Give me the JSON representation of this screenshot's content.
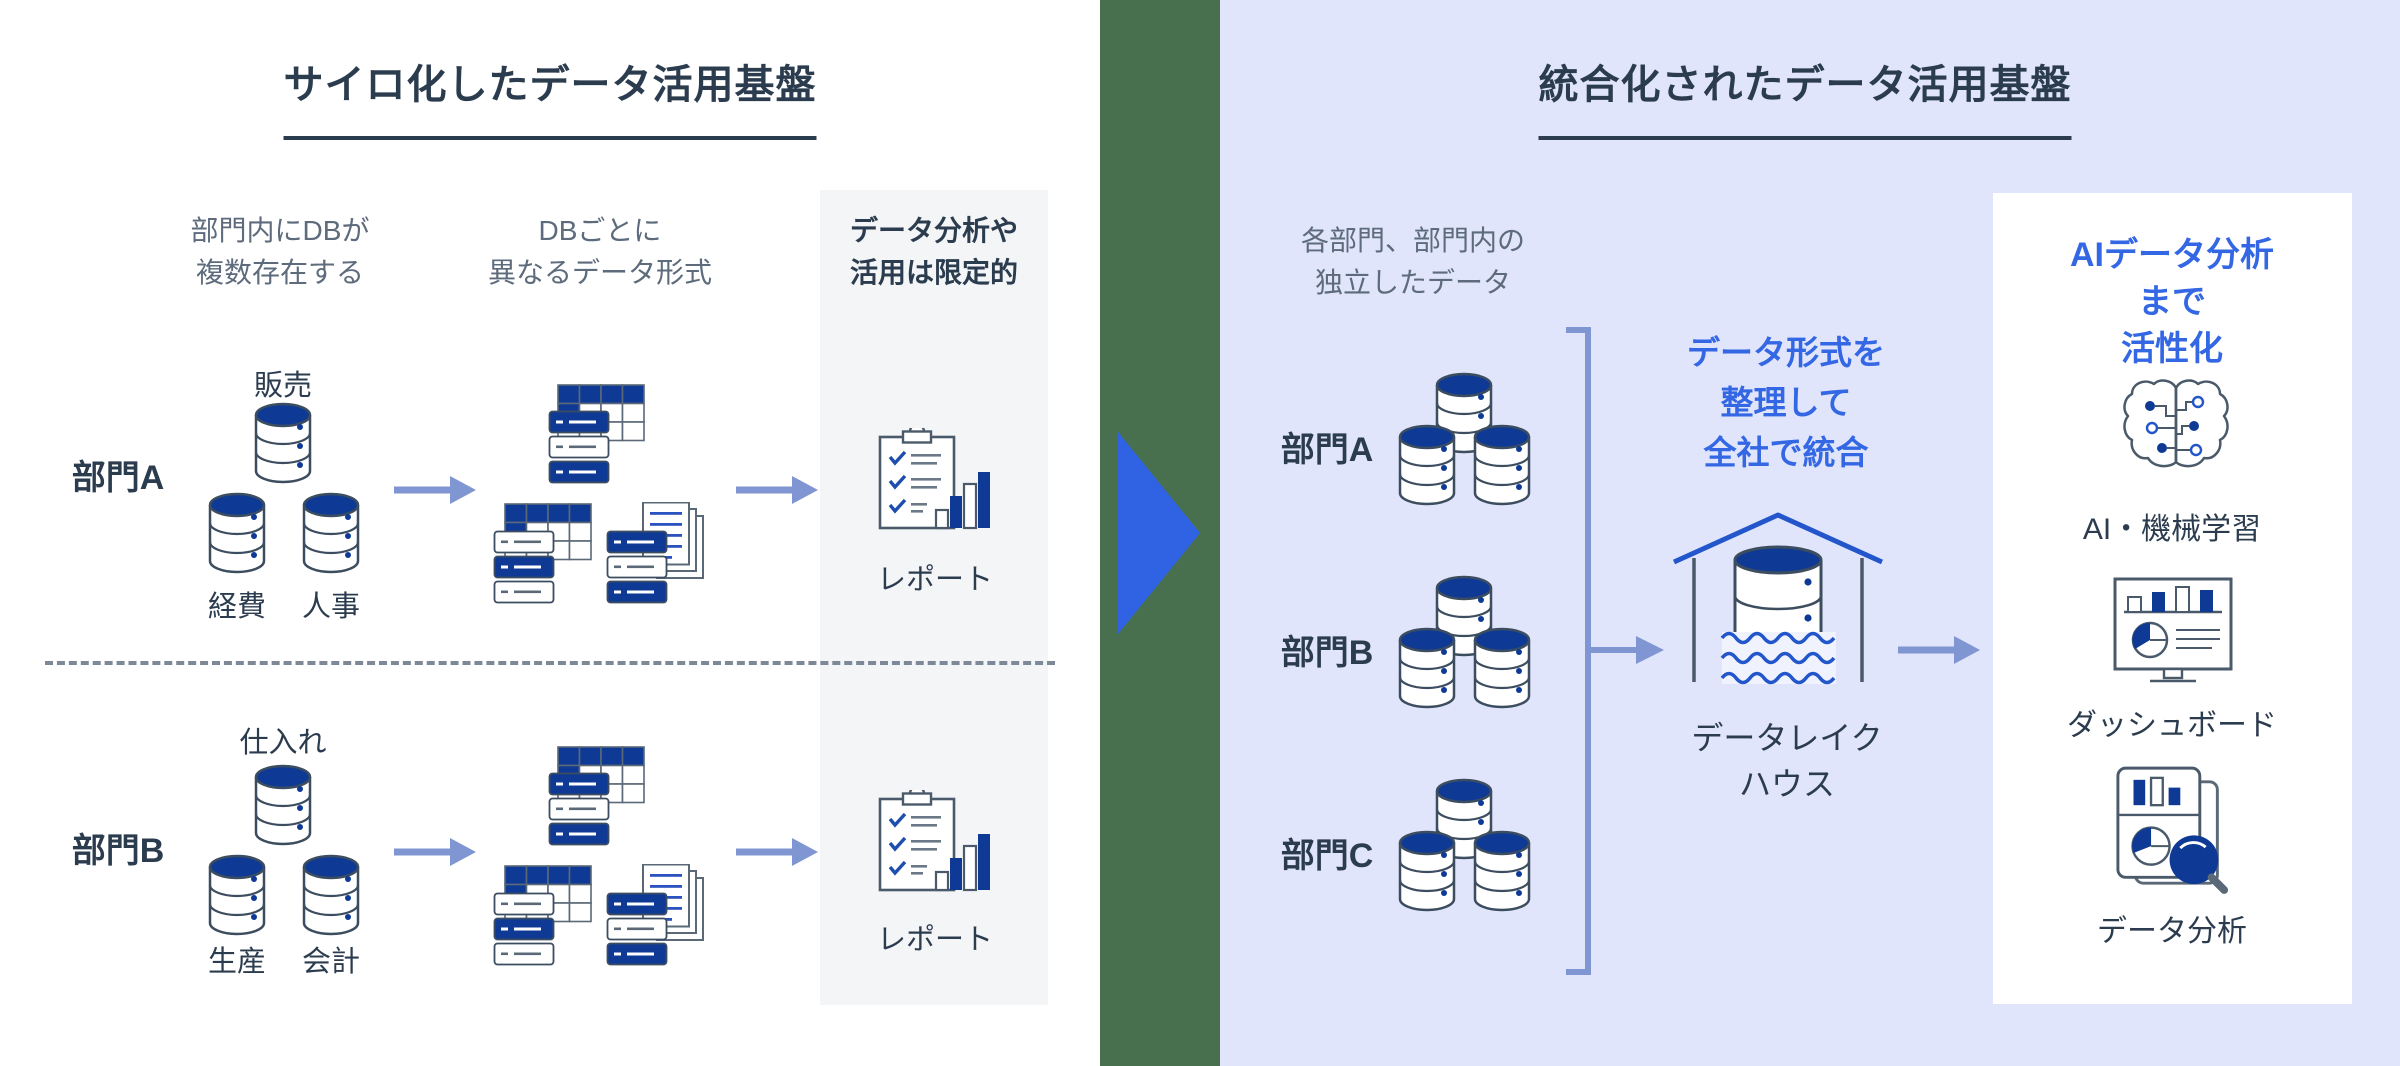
{
  "colors": {
    "navy_text": "#2c3c4f",
    "gray_text": "#5d6b7c",
    "accent_blue_text": "#3467e4",
    "deep_blue_fill": "#0e3a96",
    "wave_roof_blue": "#2356cb",
    "arrow_periwinkle": "#8096d2",
    "divider_green": "#48704f",
    "big_arrow_blue": "#2f63e4",
    "right_background": "#e0e5fc",
    "panel_gray": "#f4f5f7",
    "card_background": "#ffffff"
  },
  "left": {
    "title": "サイロ化したデータ活用基盤",
    "col_headers": [
      "部門内にDBが\n複数存在する",
      "DBごとに\n異なるデータ形式",
      "データ分析や\n活用は限定的"
    ],
    "rows": [
      {
        "dept": "部門A",
        "db_top": "販売",
        "db_left": "経費",
        "db_right": "人事",
        "report_label": "レポート"
      },
      {
        "dept": "部門B",
        "db_top": "仕入れ",
        "db_left": "生産",
        "db_right": "会計",
        "report_label": "レポート"
      }
    ]
  },
  "right": {
    "title": "統合化されたデータ活用基盤",
    "header": "各部門、部門内の\n独立したデータ",
    "depts": [
      {
        "label": "部門A"
      },
      {
        "label": "部門B"
      },
      {
        "label": "部門C"
      }
    ],
    "process_note": "データ形式を\n整理して\n全社で統合",
    "lakehouse_label": "データレイク\nハウス",
    "card": {
      "title": "AIデータ分析まで\n活性化",
      "items": [
        {
          "label": "AI・機械学習",
          "icon": "brain-circuit-icon"
        },
        {
          "label": "ダッシュボード",
          "icon": "dashboard-monitor-icon"
        },
        {
          "label": "データ分析",
          "icon": "data-analysis-magnifier-icon"
        }
      ]
    }
  }
}
